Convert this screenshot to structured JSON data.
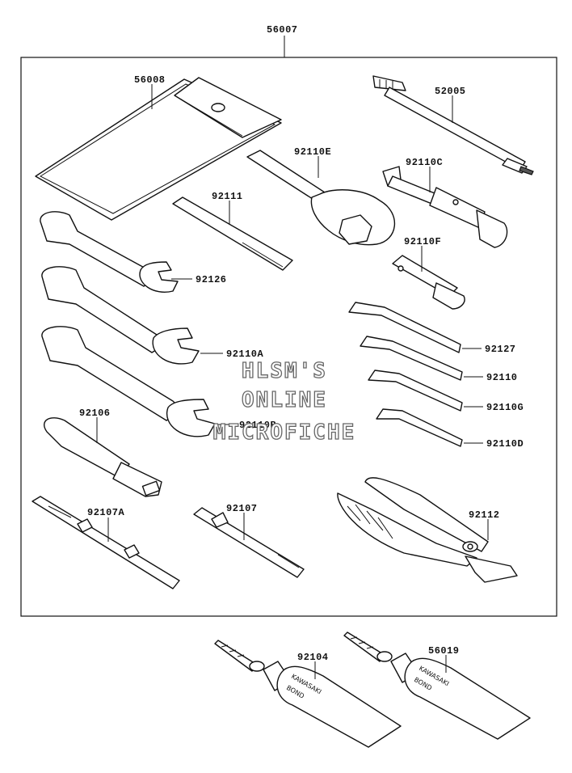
{
  "assembly": {
    "number": "56007"
  },
  "parts": [
    {
      "id": "56008",
      "label": "56008"
    },
    {
      "id": "52005",
      "label": "52005"
    },
    {
      "id": "92110E",
      "label": "92110E"
    },
    {
      "id": "92110C",
      "label": "92110C"
    },
    {
      "id": "92111",
      "label": "92111"
    },
    {
      "id": "92110F",
      "label": "92110F"
    },
    {
      "id": "92126",
      "label": "92126"
    },
    {
      "id": "92110A",
      "label": "92110A"
    },
    {
      "id": "92127",
      "label": "92127"
    },
    {
      "id": "92110",
      "label": "92110"
    },
    {
      "id": "92110G",
      "label": "92110G"
    },
    {
      "id": "92110B",
      "label": "92110B"
    },
    {
      "id": "92106",
      "label": "92106"
    },
    {
      "id": "92110D",
      "label": "92110D"
    },
    {
      "id": "92107A",
      "label": "92107A"
    },
    {
      "id": "92107",
      "label": "92107"
    },
    {
      "id": "92112",
      "label": "92112"
    },
    {
      "id": "92104",
      "label": "92104"
    },
    {
      "id": "56019",
      "label": "56019"
    }
  ],
  "tube_print": {
    "line1": "KAWASAKI",
    "line2": "BOND"
  },
  "watermark": {
    "line1": "HLSM'S",
    "line2": "ONLINE",
    "line3": "MICROFICHE"
  }
}
